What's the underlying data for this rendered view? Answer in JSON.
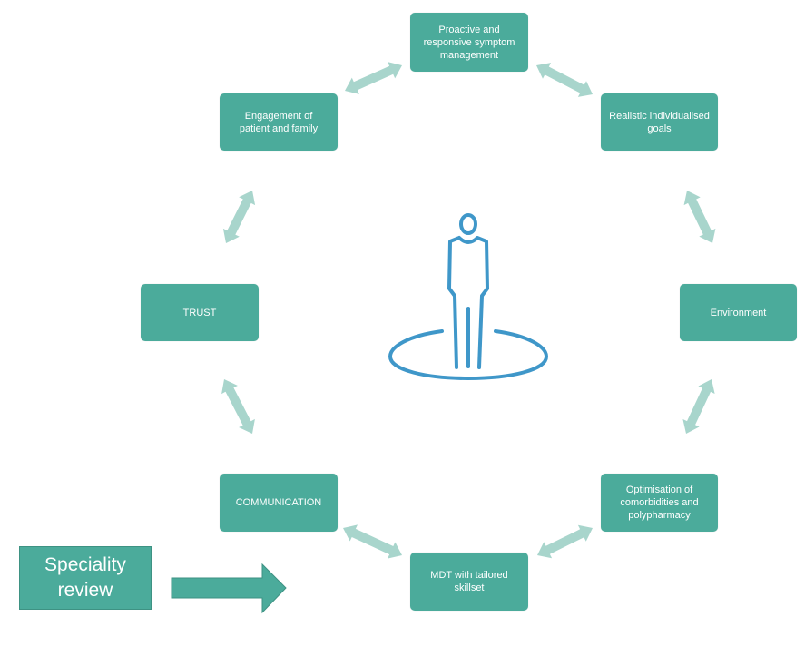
{
  "diagram": {
    "center_icon": "person-standing-in-circle-icon",
    "nodes": {
      "top": "Proactive and\nresponsive symptom\nmanagement",
      "top_right": "Realistic individualised\ngoals",
      "right": "Environment",
      "bottom_right": "Optimisation of\ncomorbidities and\npolypharmacy",
      "bottom": "MDT with tailored\nskillset",
      "bottom_left": "COMMUNICATION",
      "left": "TRUST",
      "top_left": "Engagement of\npatient and family"
    },
    "connections": [
      {
        "from": "top_left",
        "to": "top",
        "type": "bidirectional"
      },
      {
        "from": "top",
        "to": "top_right",
        "type": "bidirectional"
      },
      {
        "from": "top_right",
        "to": "right",
        "type": "bidirectional"
      },
      {
        "from": "right",
        "to": "bottom_right",
        "type": "bidirectional"
      },
      {
        "from": "bottom_right",
        "to": "bottom",
        "type": "bidirectional"
      },
      {
        "from": "bottom",
        "to": "bottom_left",
        "type": "bidirectional"
      },
      {
        "from": "bottom_left",
        "to": "left",
        "type": "bidirectional"
      },
      {
        "from": "left",
        "to": "top_left",
        "type": "bidirectional"
      }
    ],
    "input_box": "Speciality\nreview",
    "input_arrow_target": "bottom",
    "colors": {
      "node_fill": "#4bab9b",
      "node_text": "#ffffff",
      "connector_arrow": "#a8d5cc",
      "person_icon": "#3f97c9"
    }
  }
}
